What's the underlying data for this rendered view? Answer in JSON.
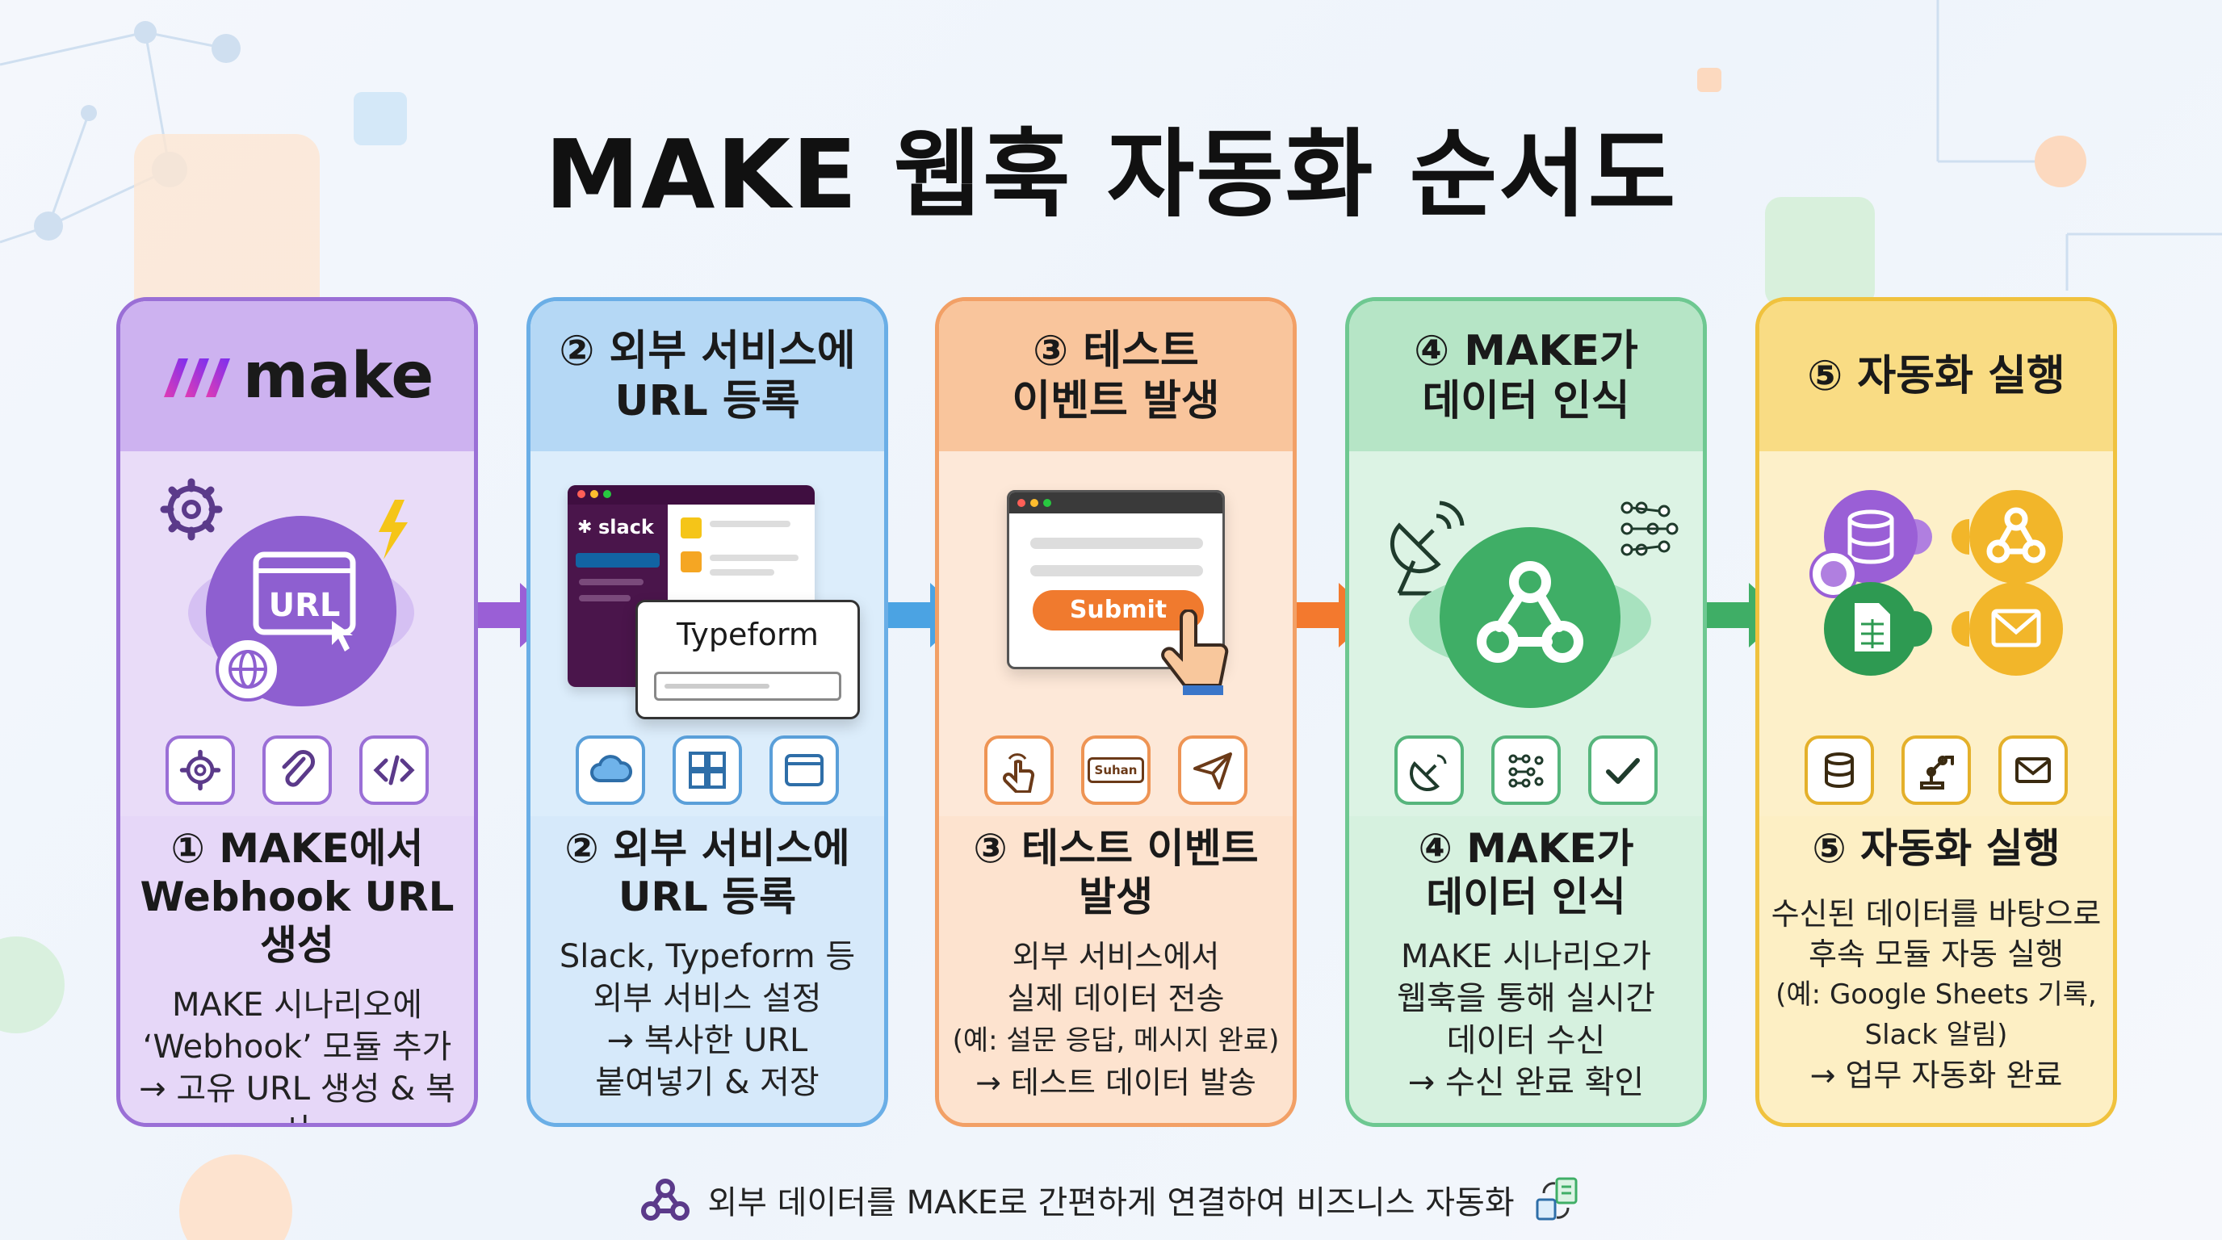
{
  "title": "MAKE 웹훅 자동화 순서도",
  "colors": {
    "purple": "#9a6fd6",
    "blue": "#5a9fd9",
    "orange": "#ee9454",
    "green": "#56b57c",
    "yellow": "#e4b02a"
  },
  "steps": [
    {
      "header_logo": "make",
      "visual_label": "URL",
      "icons": [
        "gear-icon",
        "paperclip-icon",
        "code-icon"
      ],
      "title_lines": [
        "① MAKE에서",
        "Webhook URL 생성"
      ],
      "desc_lines": [
        "MAKE 시나리오에",
        "‘Webhook’ 모듈 추가",
        "→ 고유 URL 생성 & 복사"
      ]
    },
    {
      "header_lines": [
        "② 외부 서비스에",
        "URL 등록"
      ],
      "slack_label": "slack",
      "typeform_label": "Typeform",
      "icons": [
        "cloud-icon",
        "windows-icon",
        "browser-icon"
      ],
      "title_lines": [
        "② 외부 서비스에",
        "URL 등록"
      ],
      "desc_lines": [
        "Slack, Typeform 등",
        "외부 서비스 설정",
        "→ 복사한 URL",
        "붙여넣기 & 저장"
      ]
    },
    {
      "header_lines": [
        "③ 테스트",
        "이벤트 발생"
      ],
      "submit_label": "Submit",
      "icon_badge_label": "Suhan",
      "icons": [
        "tap-icon",
        "badge-icon",
        "send-icon"
      ],
      "title_lines": [
        "③ 테스트 이벤트",
        "발생"
      ],
      "desc_lines": [
        "외부 서비스에서",
        "실제 데이터 전송",
        "(예: 설문 응답, 메시지 완료)",
        "→ 테스트 데이터 발송"
      ]
    },
    {
      "header_lines": [
        "④ MAKE가",
        "데이터 인식"
      ],
      "icons": [
        "satellite-icon",
        "network-icon",
        "check-icon"
      ],
      "title_lines": [
        "④ MAKE가",
        "데이터 인식"
      ],
      "desc_lines": [
        "MAKE 시나리오가",
        "웹훅을 통해 실시간",
        "데이터 수신",
        "→ 수신 완료 확인"
      ]
    },
    {
      "header_lines": [
        "⑤ 자동화 실행"
      ],
      "icons": [
        "database-icon",
        "robot-arm-icon",
        "mail-icon"
      ],
      "title_lines": [
        "⑤ 자동화 실행"
      ],
      "desc_lines": [
        "수신된 데이터를 바탕으로",
        "후속 모듈 자동 실행",
        "(예: Google Sheets 기록,",
        "Slack 알림)",
        "→ 업무 자동화 완료"
      ]
    }
  ],
  "footer": "외부 데이터를 MAKE로 간편하게 연결하여 비즈니스 자동화"
}
